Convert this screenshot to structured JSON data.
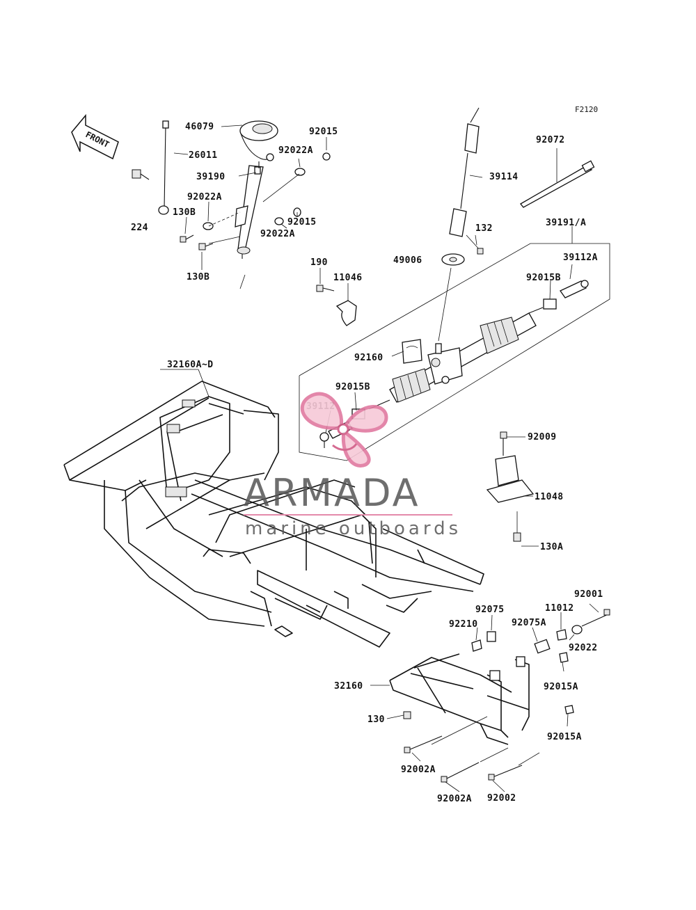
{
  "figure_id": "F2120",
  "front_arrow": "FRONT",
  "watermark": {
    "brand": "ARMADA",
    "tagline": "marine outboards"
  },
  "labels": {
    "p46079": "46079",
    "p26011": "26011",
    "p39190": "39190",
    "p92015_top": "92015",
    "p92022A_top": "92022A",
    "p92022A_left": "92022A",
    "p92015_mid": "92015",
    "p92022A_mid": "92022A",
    "p224": "224",
    "p130B_a": "130B",
    "p130B_b": "130B",
    "p39114": "39114",
    "p132": "132",
    "p92072": "92072",
    "p39191A": "39191/A",
    "p39112A": "39112A",
    "p92015B_r": "92015B",
    "p49006": "49006",
    "p190": "190",
    "p11046": "11046",
    "p92160": "92160",
    "p92015B_l": "92015B",
    "p39112": "39112",
    "p32160AD": "32160A~D",
    "p92009": "92009",
    "p11048": "11048",
    "p130A": "130A",
    "p92001": "92001",
    "p92075": "92075",
    "p11012": "11012",
    "p92210": "92210",
    "p92075A": "92075A",
    "p92022": "92022",
    "p32160": "32160",
    "p92015A_a": "92015A",
    "p130": "130",
    "p92015A_b": "92015A",
    "p92002A_a": "92002A",
    "p92002A_b": "92002A",
    "p92002": "92002"
  }
}
